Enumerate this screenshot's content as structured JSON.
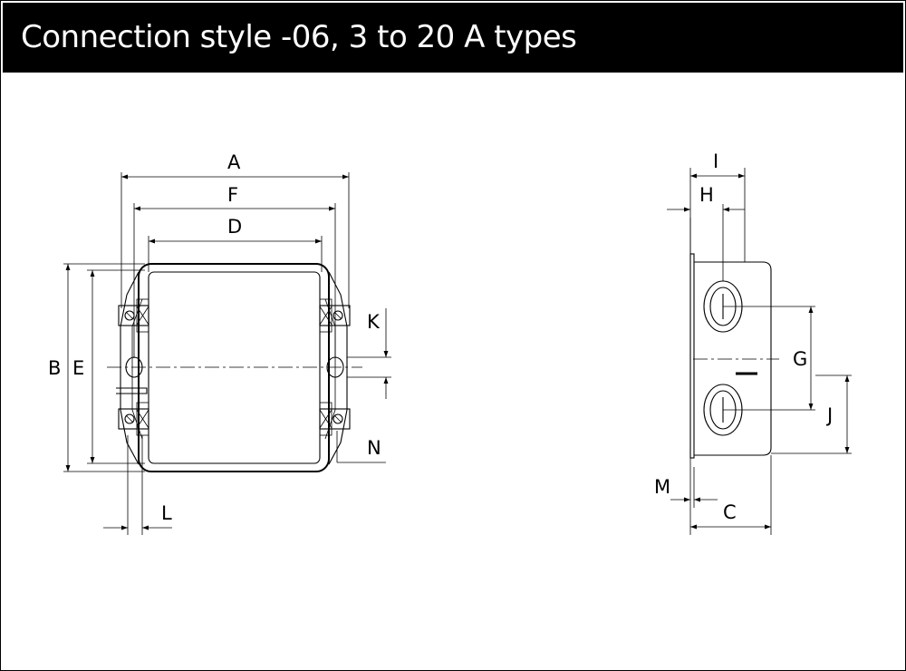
{
  "header": {
    "title": "Connection style -06, 3 to 20 A types"
  },
  "colors": {
    "header_bg": "#000000",
    "header_text": "#ffffff",
    "line": "#000000",
    "background": "#ffffff"
  },
  "labels": {
    "A": "A",
    "B": "B",
    "C": "C",
    "D": "D",
    "E": "E",
    "F": "F",
    "G": "G",
    "H": "H",
    "I": "I",
    "J": "J",
    "K": "K",
    "L": "L",
    "M": "M",
    "N": "N"
  }
}
